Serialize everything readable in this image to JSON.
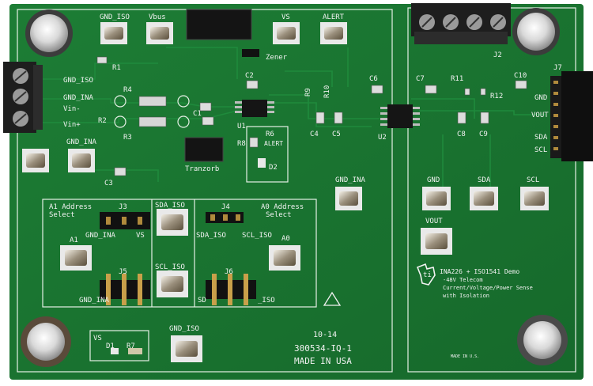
{
  "board": {
    "pcb_color": "#1c7a33",
    "silk_color": "#f2f2f2",
    "labels": {
      "gnd_iso_top": "GND_ISO",
      "vbus": "Vbus",
      "vs_top": "VS",
      "alert_top": "ALERT",
      "zener": "Zener",
      "gnd_iso_left": "GND_ISO",
      "r1": "R1",
      "gnd_ina_left": "GND_INA",
      "vin_minus": "Vin-",
      "vin_plus": "Vin+",
      "r4": "R4",
      "r2": "R2",
      "r3": "R3",
      "c1": "C1",
      "c2": "C2",
      "u1": "U1",
      "r9": "R9",
      "r10": "R10",
      "c4": "C4",
      "c5": "C5",
      "c6": "C6",
      "u2": "U2",
      "r6": "R6",
      "alert_small": "ALERT",
      "r8": "R8",
      "d2": "D2",
      "tranzorb": "Tranzorb",
      "gnd_ina_mid": "GND_INA",
      "c3": "C3",
      "gnd_ina_right": "GND_INA",
      "a1_select": "A1 Address\nSelect",
      "a1_select_line1": "A1 Address",
      "a1_select_line2": "Select",
      "j3": "J3",
      "j3_gnd": "GND_INA",
      "j3_vs": "VS",
      "a1": "A1",
      "j5": "J5",
      "j5_gnd": "GND_INA",
      "sda_iso": "SDA_ISO",
      "scl_iso": "SCL_ISO",
      "j4": "J4",
      "j4_sda": "SDA_ISO",
      "j4_scl": "SCL_ISO",
      "a0_select_line1": "A0 Address",
      "a0_select_line2": "Select",
      "a0": "A0",
      "j6": "J6",
      "j6_sd": "SD",
      "j6_iso": "_ISO",
      "vs_bottom": "VS",
      "d1": "D1",
      "r7": "R7",
      "gnd_iso_bottom": "GND_ISO",
      "rev": "10-14",
      "part_no": "300534-IQ-1",
      "made_usa": "MADE IN USA",
      "j2": "J2",
      "c7": "C7",
      "r11": "R11",
      "c10": "C10",
      "r12": "R12",
      "j7": "J7",
      "gnd_j7": "GND",
      "vout_j7": "VOUT",
      "sda_j7": "SDA",
      "scl_j7": "SCL",
      "c8": "C8",
      "c9": "C9",
      "gnd_right": "GND",
      "sda_right": "SDA",
      "scl_right": "SCL",
      "vout_right": "VOUT",
      "demo_line1": "INA226 + ISO1541 Demo",
      "demo_line2": "-48V Telecom",
      "demo_line3": "Current/Voltage/Power Sense",
      "demo_line4": "with Isolation",
      "made_usa_small": "MADE IN U.S."
    }
  }
}
